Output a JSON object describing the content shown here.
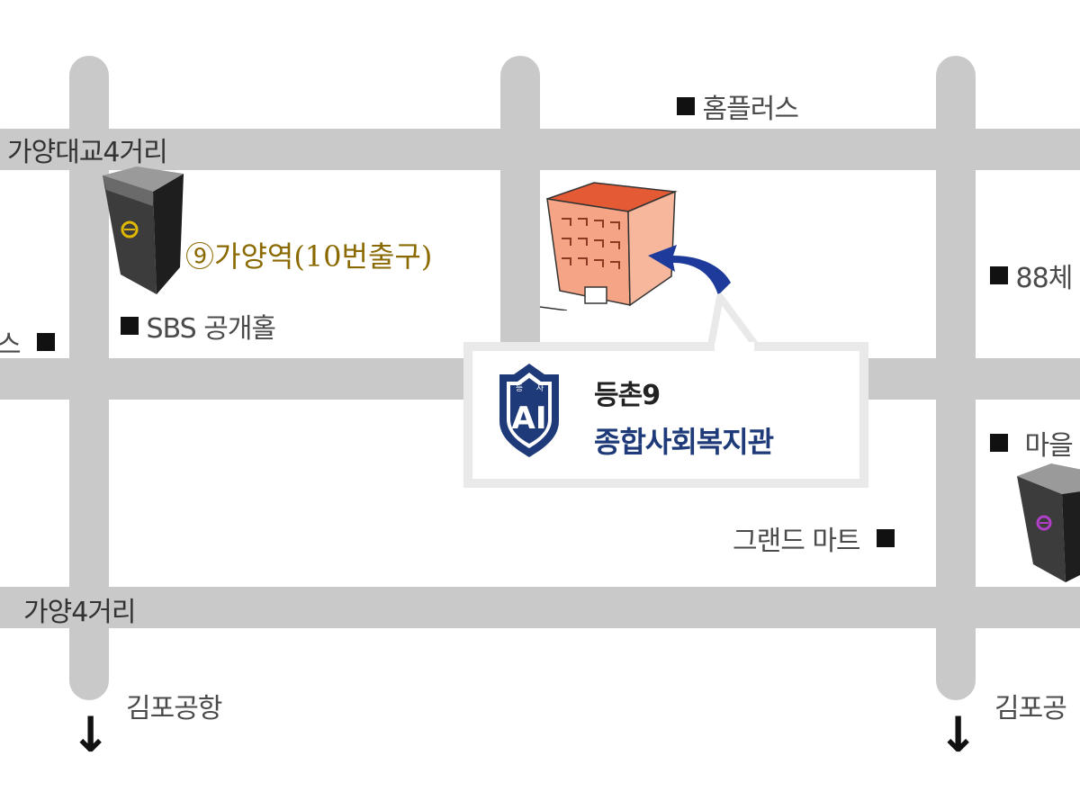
{
  "roads": {
    "top_junction_label": "가양대교4거리",
    "bottom_junction_label": "가양4거리",
    "left_south_label": "김포공항",
    "right_south_label": "김포공"
  },
  "landmarks": {
    "homeplus": "홈플러스",
    "sbs_hall": "SBS 공개홀",
    "left_partial": "스",
    "gym_partial": "88체",
    "village_partial": "마을",
    "grand_mart": "그랜드 마트"
  },
  "station": {
    "label": "⑨가양역(10번출구)",
    "line_color": "#c8a000",
    "right_station_color": "#9b3bb5"
  },
  "destination": {
    "name_line1": "등촌9",
    "name_line2": "종합사회복지관",
    "emblem_top_left": "등",
    "emblem_top_right": "사",
    "emblem_letters": "AI",
    "brand_color": "#1e3a78",
    "building_color": "#f08f6c"
  },
  "icons": {
    "subway": "subway-tower-icon",
    "building": "building-icon",
    "arrow": "curved-arrow-icon",
    "south": "down-arrow-icon",
    "marker": "square-marker-icon"
  }
}
